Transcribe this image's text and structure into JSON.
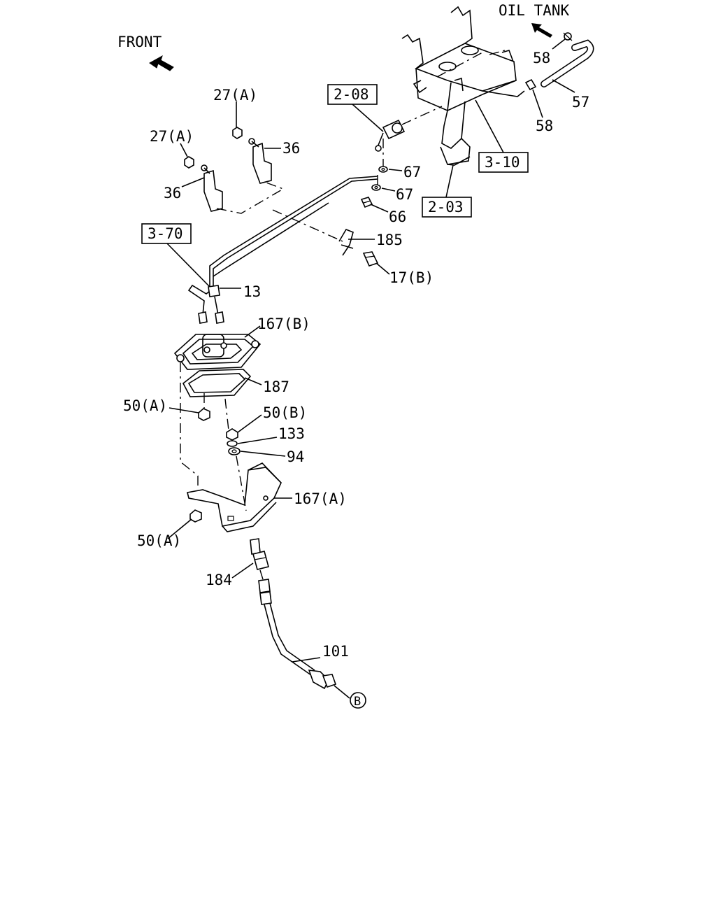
{
  "direction_labels": {
    "front": "FRONT",
    "oil_tank": "OIL TANK"
  },
  "reference_boxes": {
    "r_2_08": "2-08",
    "r_3_10": "3-10",
    "r_2_03": "2-03",
    "r_3_70": "3-70"
  },
  "callouts": {
    "p58_top": "58",
    "p57": "57",
    "p58_mid": "58",
    "p27a_top": "27(A)",
    "p27a_left": "27(A)",
    "p36_right": "36",
    "p36_left": "36",
    "p67_upper": "67",
    "p67_lower": "67",
    "p66": "66",
    "p185": "185",
    "p17b": "17(B)",
    "p13": "13",
    "p167b": "167(B)",
    "p187": "187",
    "p50a_upper": "50(A)",
    "p50b": "50(B)",
    "p133": "133",
    "p94": "94",
    "p167a": "167(A)",
    "p50a_lower": "50(A)",
    "p184": "184",
    "p101": "101",
    "circle_b": "B"
  }
}
